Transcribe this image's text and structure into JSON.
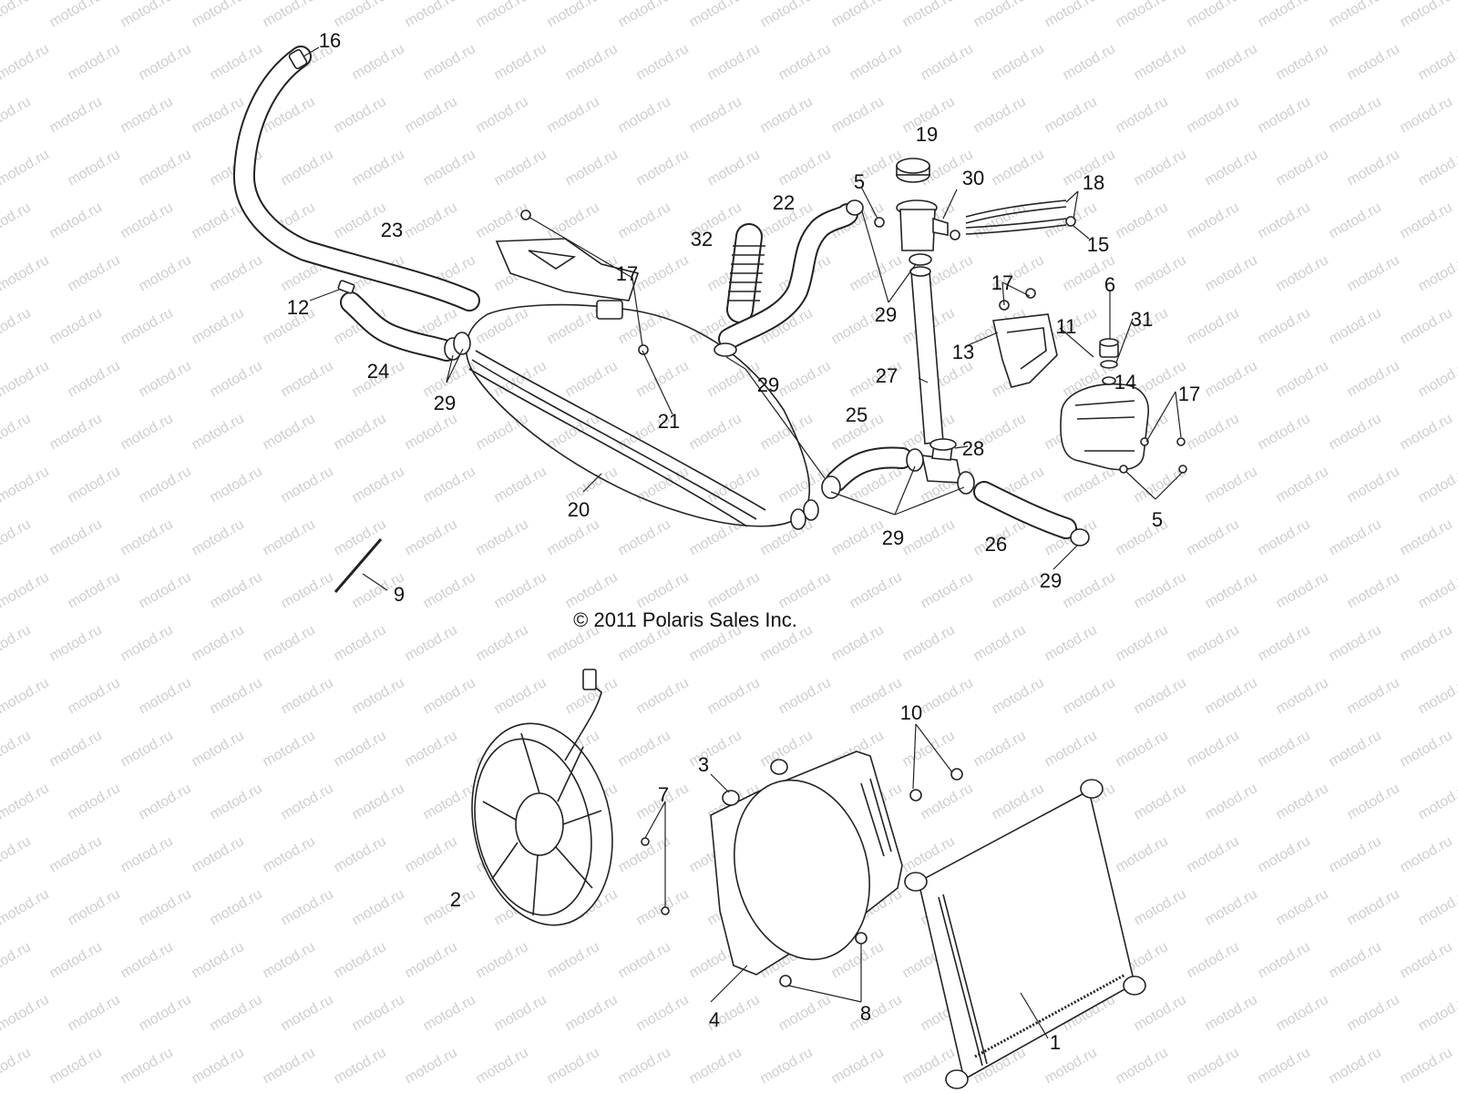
{
  "watermark": "motod.ru",
  "copyright": "© 2011 Polaris Sales Inc.",
  "callouts": [
    "1",
    "2",
    "3",
    "4",
    "5",
    "6",
    "7",
    "8",
    "9",
    "10",
    "11",
    "12",
    "13",
    "14",
    "15",
    "16",
    "17",
    "18",
    "19",
    "20",
    "21",
    "22",
    "23",
    "24",
    "25",
    "26",
    "27",
    "28",
    "29",
    "30",
    "31",
    "32"
  ]
}
